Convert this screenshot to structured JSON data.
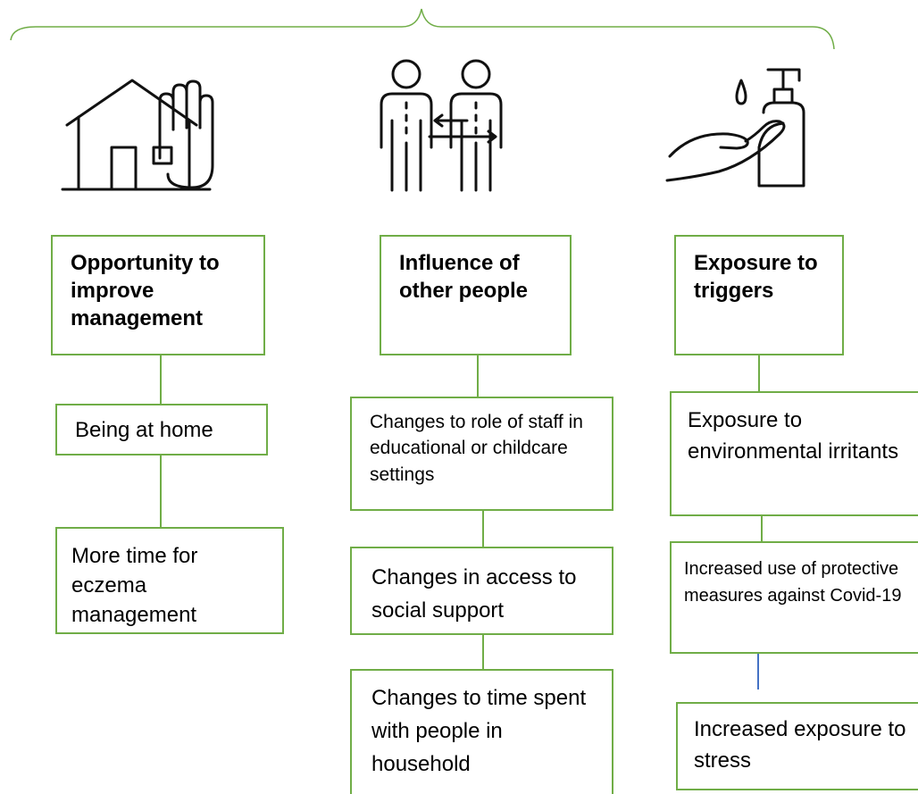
{
  "icons": [
    "home-hand-icon",
    "people-interaction-icon",
    "handwash-icon"
  ],
  "columns": [
    {
      "heading": "Opportunity to improve management",
      "items": [
        "Being at home",
        "More time for eczema management"
      ]
    },
    {
      "heading": "Influence of other people",
      "items": [
        "Changes to role of staff in educational or childcare settings",
        "Changes in access to social support",
        "Changes to time spent with people in household"
      ]
    },
    {
      "heading": "Exposure to triggers",
      "items": [
        "Exposure to environmental irritants",
        "Increased use of protective measures against Covid-19",
        "Increased exposure to stress"
      ]
    }
  ],
  "colors": {
    "box_border": "#70ad47",
    "connector_blue": "#4472c4"
  }
}
